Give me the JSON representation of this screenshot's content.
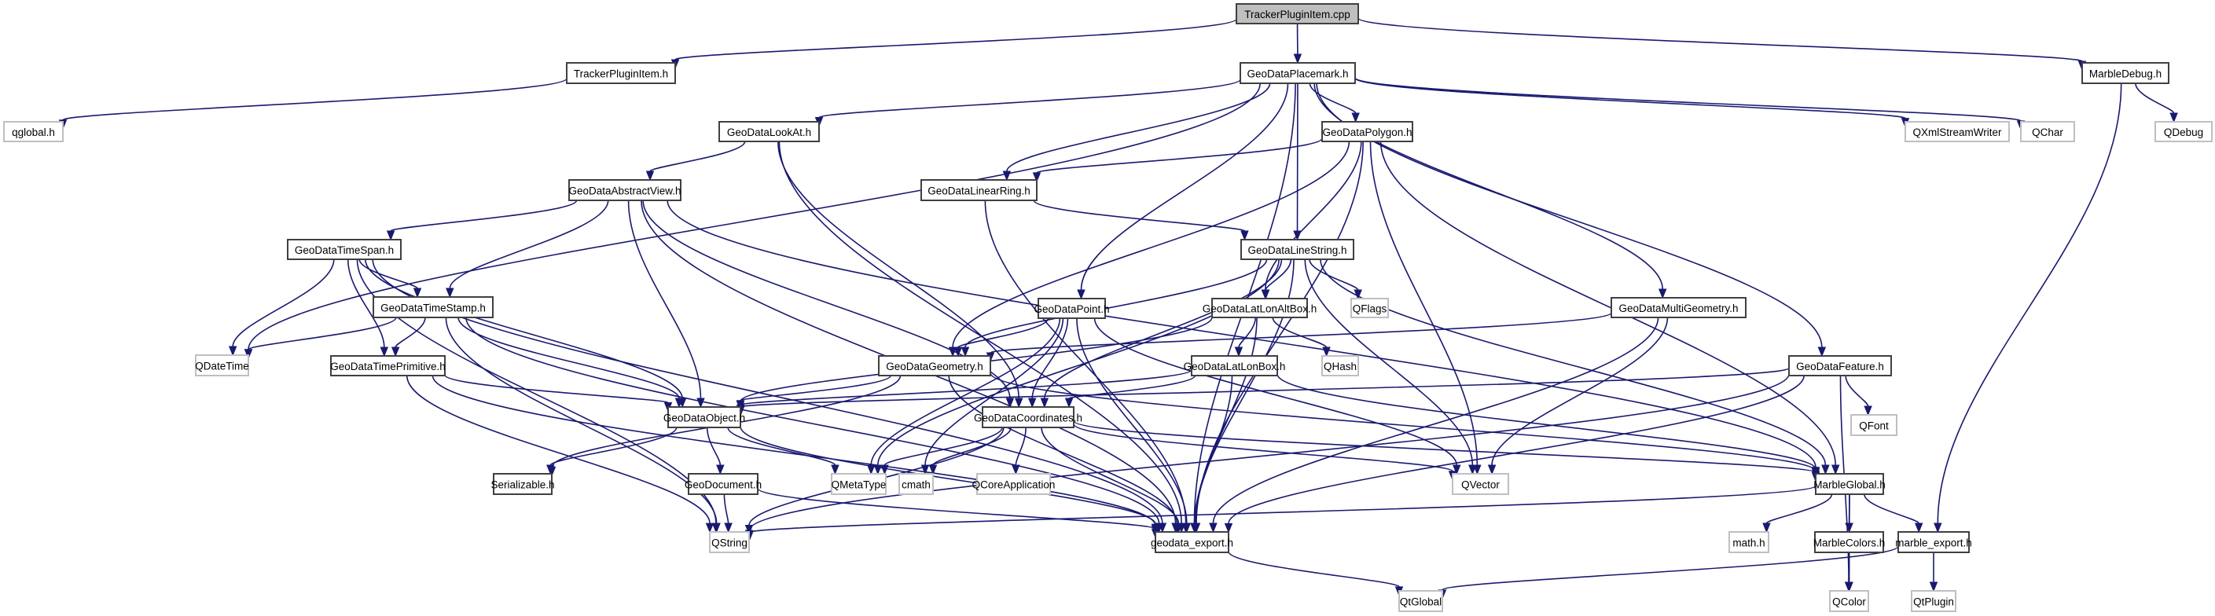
{
  "title": "TrackerPluginItem.cpp include dependency graph",
  "colors": {
    "edge": "#191970",
    "root_fill": "#bfbfbf",
    "local_border": "#404040",
    "external_border": "#bfbfbf"
  },
  "nodes": [
    {
      "id": "root",
      "label": "TrackerPluginItem.cpp",
      "kind": "root"
    },
    {
      "id": "tpi_h",
      "label": "TrackerPluginItem.h",
      "kind": "local"
    },
    {
      "id": "placemark",
      "label": "GeoDataPlacemark.h",
      "kind": "local"
    },
    {
      "id": "marbledebug",
      "label": "MarbleDebug.h",
      "kind": "local"
    },
    {
      "id": "qglobal",
      "label": "qglobal.h",
      "kind": "external"
    },
    {
      "id": "lookat",
      "label": "GeoDataLookAt.h",
      "kind": "local"
    },
    {
      "id": "polygon",
      "label": "GeoDataPolygon.h",
      "kind": "local"
    },
    {
      "id": "qxml",
      "label": "QXmlStreamWriter",
      "kind": "external"
    },
    {
      "id": "qchar",
      "label": "QChar",
      "kind": "external"
    },
    {
      "id": "qdebug",
      "label": "QDebug",
      "kind": "external"
    },
    {
      "id": "abstractview",
      "label": "GeoDataAbstractView.h",
      "kind": "local"
    },
    {
      "id": "linearring",
      "label": "GeoDataLinearRing.h",
      "kind": "local"
    },
    {
      "id": "timespan",
      "label": "GeoDataTimeSpan.h",
      "kind": "local"
    },
    {
      "id": "linestring",
      "label": "GeoDataLineString.h",
      "kind": "local"
    },
    {
      "id": "timestamp",
      "label": "GeoDataTimeStamp.h",
      "kind": "local"
    },
    {
      "id": "point",
      "label": "GeoDataPoint.h",
      "kind": "local"
    },
    {
      "id": "latlonaltbox",
      "label": "GeoDataLatLonAltBox.h",
      "kind": "local"
    },
    {
      "id": "qflags",
      "label": "QFlags",
      "kind": "external"
    },
    {
      "id": "multigeometry",
      "label": "GeoDataMultiGeometry.h",
      "kind": "local"
    },
    {
      "id": "qdatetime",
      "label": "QDateTime",
      "kind": "external"
    },
    {
      "id": "timeprimitive",
      "label": "GeoDataTimePrimitive.h",
      "kind": "local"
    },
    {
      "id": "geometry",
      "label": "GeoDataGeometry.h",
      "kind": "local"
    },
    {
      "id": "latlonbox",
      "label": "GeoDataLatLonBox.h",
      "kind": "local"
    },
    {
      "id": "qhash",
      "label": "QHash",
      "kind": "external"
    },
    {
      "id": "feature",
      "label": "GeoDataFeature.h",
      "kind": "local"
    },
    {
      "id": "object",
      "label": "GeoDataObject.h",
      "kind": "local"
    },
    {
      "id": "coordinates",
      "label": "GeoDataCoordinates.h",
      "kind": "local"
    },
    {
      "id": "qfont",
      "label": "QFont",
      "kind": "external"
    },
    {
      "id": "serializable",
      "label": "Serializable.h",
      "kind": "local"
    },
    {
      "id": "geodocument",
      "label": "GeoDocument.h",
      "kind": "local"
    },
    {
      "id": "qmetatype",
      "label": "QMetaType",
      "kind": "external"
    },
    {
      "id": "cmath",
      "label": "cmath",
      "kind": "external"
    },
    {
      "id": "qcoreapp",
      "label": "QCoreApplication",
      "kind": "external"
    },
    {
      "id": "qvector",
      "label": "QVector",
      "kind": "external"
    },
    {
      "id": "marbleglobal",
      "label": "MarbleGlobal.h",
      "kind": "local"
    },
    {
      "id": "qstring",
      "label": "QString",
      "kind": "external"
    },
    {
      "id": "geodata_export",
      "label": "geodata_export.h",
      "kind": "local"
    },
    {
      "id": "mathh",
      "label": "math.h",
      "kind": "external"
    },
    {
      "id": "marblecolors",
      "label": "MarbleColors.h",
      "kind": "local"
    },
    {
      "id": "marble_export",
      "label": "marble_export.h",
      "kind": "local"
    },
    {
      "id": "qtglobal",
      "label": "QtGlobal",
      "kind": "external"
    },
    {
      "id": "qcolor",
      "label": "QColor",
      "kind": "external"
    },
    {
      "id": "qtplugin",
      "label": "QtPlugin",
      "kind": "external"
    }
  ],
  "edges": [
    [
      "root",
      "tpi_h"
    ],
    [
      "root",
      "placemark"
    ],
    [
      "root",
      "marbledebug"
    ],
    [
      "tpi_h",
      "qglobal"
    ],
    [
      "placemark",
      "lookat"
    ],
    [
      "placemark",
      "polygon"
    ],
    [
      "placemark",
      "qxml"
    ],
    [
      "placemark",
      "qchar"
    ],
    [
      "placemark",
      "linearring"
    ],
    [
      "placemark",
      "linestring"
    ],
    [
      "placemark",
      "point"
    ],
    [
      "placemark",
      "multigeometry"
    ],
    [
      "placemark",
      "feature"
    ],
    [
      "placemark",
      "qdatetime"
    ],
    [
      "placemark",
      "geodata_export"
    ],
    [
      "marbledebug",
      "qdebug"
    ],
    [
      "marbledebug",
      "marble_export"
    ],
    [
      "lookat",
      "abstractview"
    ],
    [
      "lookat",
      "coordinates"
    ],
    [
      "lookat",
      "geodata_export"
    ],
    [
      "polygon",
      "linearring"
    ],
    [
      "polygon",
      "geometry"
    ],
    [
      "polygon",
      "latlonaltbox"
    ],
    [
      "polygon",
      "qvector"
    ],
    [
      "polygon",
      "marbleglobal"
    ],
    [
      "polygon",
      "geodata_export"
    ],
    [
      "abstractview",
      "timespan"
    ],
    [
      "abstractview",
      "timestamp"
    ],
    [
      "abstractview",
      "object"
    ],
    [
      "abstractview",
      "coordinates"
    ],
    [
      "abstractview",
      "marbleglobal"
    ],
    [
      "abstractview",
      "geodata_export"
    ],
    [
      "linearring",
      "linestring"
    ],
    [
      "linearring",
      "geodata_export"
    ],
    [
      "timespan",
      "timestamp"
    ],
    [
      "timespan",
      "timeprimitive"
    ],
    [
      "timespan",
      "qdatetime"
    ],
    [
      "timespan",
      "object"
    ],
    [
      "timespan",
      "qstring"
    ],
    [
      "timespan",
      "geodata_export"
    ],
    [
      "linestring",
      "geometry"
    ],
    [
      "linestring",
      "latlonaltbox"
    ],
    [
      "linestring",
      "qflags"
    ],
    [
      "linestring",
      "qvector"
    ],
    [
      "linestring",
      "coordinates"
    ],
    [
      "linestring",
      "marbleglobal"
    ],
    [
      "linestring",
      "qmetatype"
    ],
    [
      "linestring",
      "geodata_export"
    ],
    [
      "timestamp",
      "timeprimitive"
    ],
    [
      "timestamp",
      "qdatetime"
    ],
    [
      "timestamp",
      "object"
    ],
    [
      "timestamp",
      "qstring"
    ],
    [
      "timestamp",
      "geodata_export"
    ],
    [
      "point",
      "geometry"
    ],
    [
      "point",
      "coordinates"
    ],
    [
      "point",
      "qmetatype"
    ],
    [
      "point",
      "cmath"
    ],
    [
      "point",
      "qvector"
    ],
    [
      "point",
      "geodata_export"
    ],
    [
      "latlonaltbox",
      "latlonbox"
    ],
    [
      "latlonaltbox",
      "qhash"
    ],
    [
      "latlonaltbox",
      "object"
    ],
    [
      "latlonaltbox",
      "geodata_export"
    ],
    [
      "multigeometry",
      "geometry"
    ],
    [
      "multigeometry",
      "qvector"
    ],
    [
      "multigeometry",
      "geodata_export"
    ],
    [
      "timeprimitive",
      "object"
    ],
    [
      "timeprimitive",
      "qstring"
    ],
    [
      "timeprimitive",
      "geodata_export"
    ],
    [
      "geometry",
      "object"
    ],
    [
      "geometry",
      "serializable"
    ],
    [
      "geometry",
      "marbleglobal"
    ],
    [
      "geometry",
      "geodata_export"
    ],
    [
      "latlonbox",
      "object"
    ],
    [
      "latlonbox",
      "coordinates"
    ],
    [
      "latlonbox",
      "marbleglobal"
    ],
    [
      "latlonbox",
      "geodata_export"
    ],
    [
      "feature",
      "object"
    ],
    [
      "feature",
      "qfont"
    ],
    [
      "feature",
      "qcolor"
    ],
    [
      "feature",
      "qstring"
    ],
    [
      "feature",
      "geodata_export"
    ],
    [
      "object",
      "serializable"
    ],
    [
      "object",
      "geodocument"
    ],
    [
      "object",
      "qmetatype"
    ],
    [
      "object",
      "geodata_export"
    ],
    [
      "coordinates",
      "qmetatype"
    ],
    [
      "coordinates",
      "cmath"
    ],
    [
      "coordinates",
      "qcoreapp"
    ],
    [
      "coordinates",
      "qvector"
    ],
    [
      "coordinates",
      "marbleglobal"
    ],
    [
      "coordinates",
      "qstring"
    ],
    [
      "coordinates",
      "geodata_export"
    ],
    [
      "geodocument",
      "qstring"
    ],
    [
      "geodocument",
      "geodata_export"
    ],
    [
      "marbleglobal",
      "mathh"
    ],
    [
      "marbleglobal",
      "marblecolors"
    ],
    [
      "marbleglobal",
      "marble_export"
    ],
    [
      "marbleglobal",
      "qcolor"
    ],
    [
      "marbleglobal",
      "qstring"
    ],
    [
      "marblecolors",
      "qcolor"
    ],
    [
      "marble_export",
      "qtplugin"
    ],
    [
      "marble_export",
      "qtglobal"
    ],
    [
      "geodata_export",
      "qtglobal"
    ]
  ]
}
